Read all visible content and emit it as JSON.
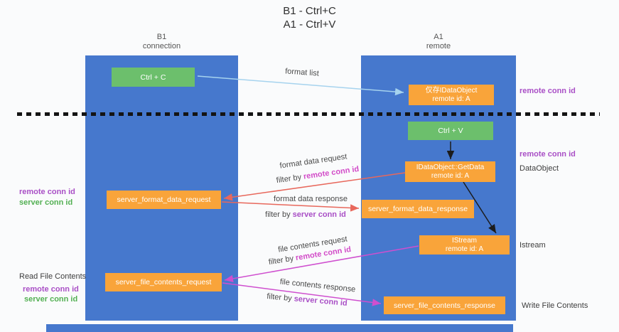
{
  "title": {
    "line1": "B1 - Ctrl+C",
    "line2": "A1 - Ctrl+V"
  },
  "lanes": {
    "left": {
      "name": "B1",
      "subtitle": "connection"
    },
    "right": {
      "name": "A1",
      "subtitle": "remote"
    }
  },
  "boxes": {
    "ctrl_c": "Ctrl + C",
    "ctrl_v": "Ctrl + V",
    "idataobject": {
      "line1": "仅存IDataObject",
      "line2": "remote id: A"
    },
    "getdata": {
      "line1": "IDataObject::GetData",
      "line2": "remote id: A"
    },
    "istream": {
      "line1": "IStream",
      "line2": "remote id: A"
    },
    "format_request": "server_format_data_request",
    "format_response": "server_format_data_response",
    "file_request": "server_file_contents_request",
    "file_response": "server_file_contents_response"
  },
  "arrow_labels": {
    "format_list": "format list",
    "format_data_request": "format data request",
    "format_data_response": "format data response",
    "file_contents_request": "file contents request",
    "file_contents_response": "file contents response",
    "filter_by": "filter by "
  },
  "side_labels": {
    "remote_conn_id": "remote conn id",
    "server_conn_id": "server conn id",
    "dataobject": "DataObject",
    "istream": "Istream",
    "read_file_contents": "Read File Contents",
    "write_file_contents": "Write File Contents"
  },
  "colors": {
    "lane_blue": "#4678cd",
    "box_green": "#6cbf6c",
    "box_orange": "#f9a43a",
    "arrow_blue": "#a6d3ee",
    "arrow_red": "#e8685c",
    "arrow_magenta": "#cf4fcf",
    "arrow_black": "#1c1c1c",
    "text_purple": "#a94fc6",
    "text_magenta": "#d24bc8",
    "text_green": "#53b053"
  }
}
